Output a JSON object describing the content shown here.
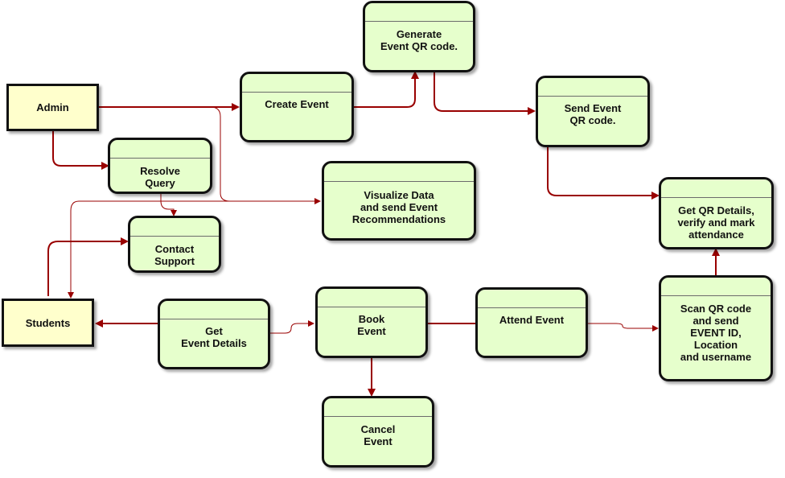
{
  "diagram": {
    "colors": {
      "entity_fill": "#ffffcc",
      "process_fill": "#e6ffcc",
      "arrow": "#990000",
      "border": "#111111"
    },
    "entities": {
      "admin": "Admin",
      "students": "Students"
    },
    "processes": {
      "generate_qr": "Generate\nEvent QR code.",
      "create_event": "Create Event",
      "send_qr": "Send Event\nQR code.",
      "resolve_query": "Resolve\nQuery",
      "visualize": "Visualize Data\nand send Event\nRecommendations",
      "get_qr_details": "Get QR Details,\nverify and mark\nattendance",
      "contact_support": "Contact\nSupport",
      "get_event_details": "Get\nEvent Details",
      "book_event": "Book\nEvent",
      "attend_event": "Attend Event",
      "scan_qr": "Scan QR code\nand send\nEVENT ID,\nLocation\nand username",
      "cancel_event": "Cancel\nEvent"
    }
  }
}
